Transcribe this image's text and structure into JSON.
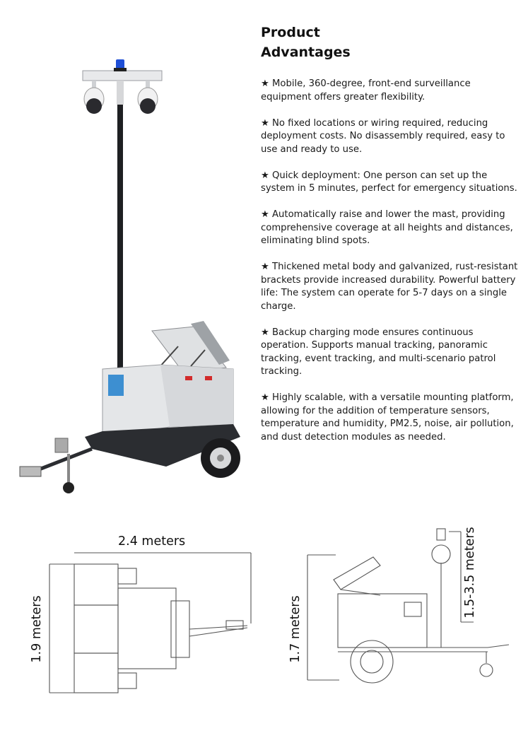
{
  "header": {
    "title_line1": "Product",
    "title_line2": "Advantages"
  },
  "advantages": [
    "★ Mobile, 360-degree, front-end surveillance equipment offers greater flexibility.",
    "★ No fixed locations or wiring required, reducing deployment costs. No disassembly required, easy to use and ready to use.",
    "★ Quick deployment: One person can set up the system in 5 minutes, perfect for emergency situations.",
    "★ Automatically raise and lower the mast, providing comprehensive coverage at all heights and distances, eliminating blind spots.",
    "★ Thickened metal body and galvanized, rust-resistant brackets provide increased durability. Powerful battery life: The system can operate for 5-7 days on a single charge.",
    "★ Backup charging mode ensures continuous operation. Supports manual tracking, panoramic tracking, event tracking, and multi-scenario patrol tracking.",
    "★ Highly scalable, with a versatile mounting platform, allowing for the addition of temperature sensors, temperature and humidity, PM2.5, noise, air pollution, and dust detection modules as needed."
  ],
  "dimensions": {
    "top_length": "2.4 meters",
    "top_width": "1.9 meters",
    "side_height": "1.7 meters",
    "mast_height": "1.5-3.5 meters"
  },
  "colors": {
    "cabinet": "#e4e6e8",
    "base": "#2b2d31",
    "mast": "#1e1f22",
    "beacon": "#1f4fd6",
    "stripe_red": "#d22b2b",
    "line": "#555555"
  }
}
